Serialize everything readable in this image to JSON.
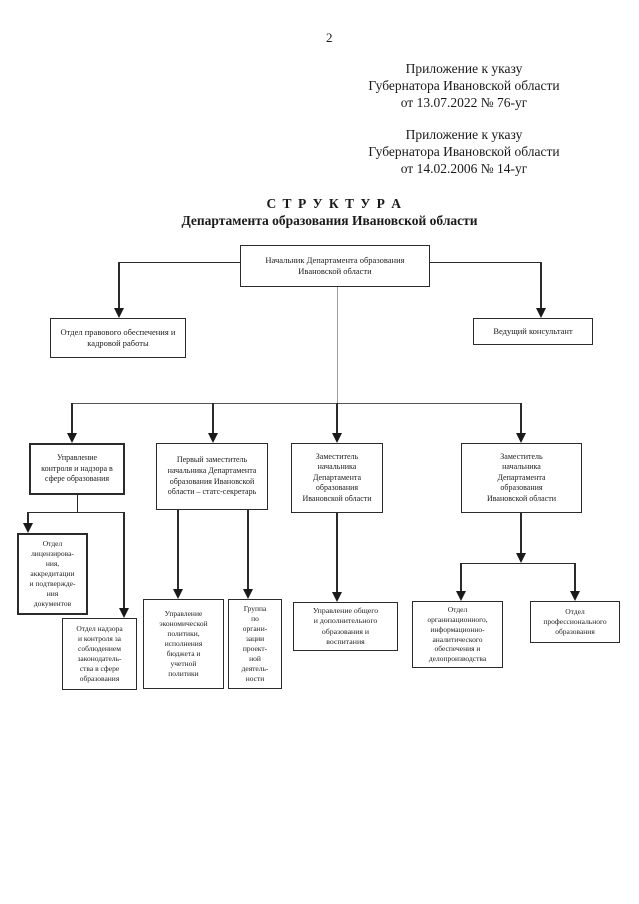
{
  "page_number": "2",
  "header": {
    "appendix_1": "Приложение к указу\nГубернатора Ивановской области\nот 13.07.2022 № 76-уг",
    "appendix_2": "Приложение к указу\nГубернатора Ивановской области\nот 14.02.2006 № 14-уг"
  },
  "title": {
    "line_1": "С Т Р У К Т У Р А",
    "line_2": "Департамента образования Ивановской области"
  },
  "org_chart": {
    "head": "Начальник Департамента образования\nИвановской области",
    "legal_hr_department": "Отдел правового обеспечения и\nкадровой работы",
    "lead_consultant": "Ведущий консультант",
    "control_supervision_directorate": "Управление\nконтроля и надзора в\nсфере образования",
    "first_deputy_head": "Первый заместитель\nначальника Департамента\nобразования Ивановской\nобласти – статс-секретарь",
    "deputy_head_1": "Заместитель\nначальника\nДепартамента\nобразования\nИвановской области",
    "deputy_head_2": "Заместитель\nначальника\nДепартамента\nобразования\nИвановской области",
    "licensing_department": "Отдел\nлицензирова-\nния,\nаккредитации\nи подтвержде-\nния\nдокументов",
    "supervision_department": "Отдел надзора\nи контроля за\nсоблюдением\nзаконодатель-\nства в сфере\nобразования",
    "economic_policy_directorate": "Управление\nэкономической\nполитики,\nисполнения\nбюджета и\nучетной\nполитики",
    "project_group": "Группа\nпо\nоргани-\nзации\nпроект-\nной\nдеятель-\nности",
    "general_education_directorate": "Управление общего\nи дополнительного\nобразования и\nвоспитания",
    "organizational_department": "Отдел\nорганизационного,\nинформационно-\nаналитического\nобеспечения и\nделопроизводства",
    "professional_education_department": "Отдел\nпрофессионального\nобразования"
  },
  "colors": {
    "ink": "#1a1a1a",
    "line": "#2b2b2b",
    "stem_gray": "#9e9e9e",
    "paper": "#ffffff"
  }
}
